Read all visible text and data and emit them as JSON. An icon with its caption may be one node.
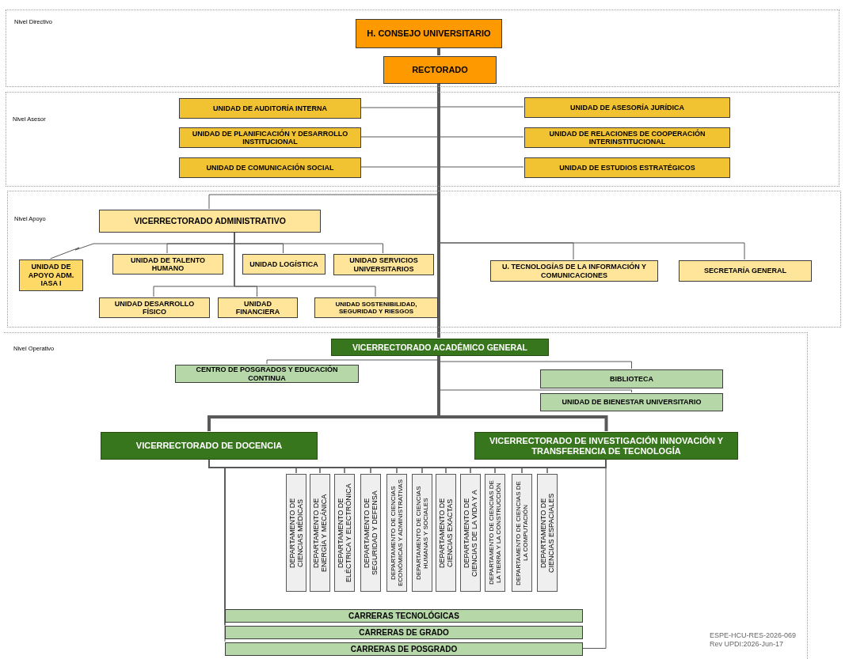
{
  "diagram": {
    "nodes": [
      {
        "text": [
          "Nivel Directivo"
        ]
      },
      {
        "text": [
          "H. CONSEJO UNIVERSITARIO"
        ],
        "in": 0
      },
      {
        "text": [
          "RECTORADO"
        ],
        "in": 0
      },
      {
        "text": [
          "Nivel Asesor"
        ]
      },
      {
        "text": [
          "UNIDAD DE AUDITORÍA INTERNA"
        ],
        "in": 3
      },
      {
        "text": [
          "UNIDAD DE ASESORÍA JURÍDICA"
        ],
        "in": 3
      },
      {
        "text": [
          "UNIDAD DE PLANIFICACIÓN Y DESARROLLO INSTITUCIONAL"
        ],
        "in": 3
      },
      {
        "text": [
          "UNIDAD DE RELACIONES DE COOPERACIÓN INTERINSTITUCIONAL"
        ],
        "in": 3
      },
      {
        "text": [
          "UNIDAD DE COMUNICACIÓN SOCIAL"
        ],
        "in": 3
      },
      {
        "text": [
          "UNIDAD DE ESTUDIOS ESTRATÉGICOS"
        ],
        "in": 3
      },
      {
        "text": [
          "Nivel Apoyo"
        ]
      },
      {
        "text": [
          "VICERRECTORADO ADMINISTRATIVO"
        ],
        "in": 10
      },
      {
        "text": [
          "UNIDAD DE APOYO ADM. IASA I"
        ],
        "in": 10
      },
      {
        "text": [
          "UNIDAD DE TALENTO HUMANO"
        ],
        "in": 10
      },
      {
        "text": [
          "UNIDAD LOGÍSTICA"
        ],
        "in": 10
      },
      {
        "text": [
          "UNIDAD SERVICIOS UNIVERSITARIOS"
        ],
        "in": 10
      },
      {
        "text": [
          "U. TECNOLOGÍAS DE LA INFORMACIÓN Y COMUNICACIONES"
        ],
        "in": 10
      },
      {
        "text": [
          "SECRETARÍA GENERAL"
        ],
        "in": 10
      },
      {
        "text": [
          "UNIDAD DESARROLLO FÍSICO"
        ],
        "in": 10
      },
      {
        "text": [
          "UNIDAD FINANCIERA"
        ],
        "in": 10
      },
      {
        "text": [
          "UNIDAD SOSTENIBILIDAD, SEGURIDAD Y RIESGOS"
        ],
        "in": 10
      },
      {
        "text": [
          "Nivel Operativo"
        ]
      },
      {
        "text": [
          "VICERRECTORADO ACADÉMICO GENERAL"
        ],
        "in": 21
      },
      {
        "text": [
          "CENTRO DE POSGRADOS Y EDUCACIÓN CONTINUA"
        ],
        "in": 21
      },
      {
        "text": [
          "BIBLIOTECA"
        ],
        "in": 21
      },
      {
        "text": [
          "UNIDAD DE BIENESTAR UNIVERSITARIO"
        ],
        "in": 21
      },
      {
        "text": [
          "VICERRECTORADO DE DOCENCIA"
        ],
        "in": 21
      },
      {
        "text": [
          "VICERRECTORADO DE INVESTIGACIÓN INNOVACIÓN Y TRANSFERENCIA DE TECNOLOGÍA"
        ],
        "in": 21
      },
      {
        "text": [
          "DEPARTAMENTO DE CIENCIAS MÉDICAS"
        ],
        "in": 21
      },
      {
        "text": [
          "DEPARTAMENTO DE ENERGÍA Y MECÁNICA"
        ],
        "in": 21
      },
      {
        "text": [
          "DEPARTAMENTO DE ELÉCTRICA Y ELECTRÓNICA"
        ],
        "in": 21
      },
      {
        "text": [
          "DEPARTAMENTO DE SEGURIDAD Y DEFENSA"
        ],
        "in": 21
      },
      {
        "text": [
          "DEPARTAMENTO DE CIENCIAS ECONÓMICAS Y ADMINISTRATIVAS"
        ],
        "in": 21
      },
      {
        "text": [
          "DEPARTAMENTO DE CIENCIAS HUMANAS Y SOCIALES"
        ],
        "in": 21
      },
      {
        "text": [
          "DEPARTAMENTO DE CIENCIAS EXACTAS"
        ],
        "in": 21
      },
      {
        "text": [
          "DEPARTAMENTO DE CIENCIAS DE LA VIDA Y A"
        ],
        "in": 21
      },
      {
        "text": [
          "DEPARTAMENTO DE CIENCIAS DE LA TIERRA Y LA CONSTRUCCIÓN"
        ],
        "in": 21
      },
      {
        "text": [
          "DEPARTAMENTO DE CIENCIAS DE LA COMPUTACIÓN"
        ],
        "in": 21
      },
      {
        "text": [
          "DEPARTAMENTO DE CIENCIAS ESPACIALES"
        ],
        "in": 21
      },
      {
        "text": [
          "CARRERAS TECNOLÓGICAS"
        ],
        "in": 21
      },
      {
        "text": [
          "CARRERAS DE GRADO"
        ],
        "in": 21
      },
      {
        "text": [
          "CARRERAS DE POSGRADO"
        ],
        "in": 21
      }
    ],
    "edges": [
      {
        "from": 1,
        "to": 2,
        "arrow": "none",
        "style": "thick"
      },
      {
        "from": 2,
        "to": 4,
        "arrow": "none"
      },
      {
        "from": 2,
        "to": 5,
        "arrow": "none"
      },
      {
        "from": 2,
        "to": 6,
        "arrow": "none"
      },
      {
        "from": 2,
        "to": 7,
        "arrow": "none"
      },
      {
        "from": 2,
        "to": 8,
        "arrow": "none"
      },
      {
        "from": 2,
        "to": 9,
        "arrow": "none"
      },
      {
        "from": 2,
        "to": 11,
        "arrow": "none"
      },
      {
        "from": 2,
        "to": 16,
        "arrow": "none"
      },
      {
        "from": 2,
        "to": 17,
        "arrow": "none"
      },
      {
        "from": 2,
        "to": 22,
        "arrow": "none",
        "style": "thick"
      },
      {
        "from": 11,
        "to": 12,
        "arrow": "none"
      },
      {
        "from": 11,
        "to": 13,
        "arrow": "none"
      },
      {
        "from": 11,
        "to": 14,
        "arrow": "none"
      },
      {
        "from": 11,
        "to": 15,
        "arrow": "none"
      },
      {
        "from": 11,
        "to": 18,
        "arrow": "none"
      },
      {
        "from": 11,
        "to": 19,
        "arrow": "none"
      },
      {
        "from": 11,
        "to": 20,
        "arrow": "none"
      },
      {
        "from": 22,
        "to": 23,
        "arrow": "none"
      },
      {
        "from": 22,
        "to": 24,
        "arrow": "none"
      },
      {
        "from": 22,
        "to": 25,
        "arrow": "none"
      },
      {
        "from": 22,
        "to": 26,
        "arrow": "none",
        "style": "thick"
      },
      {
        "from": 22,
        "to": 27,
        "arrow": "none",
        "style": "thick"
      },
      {
        "from": 26,
        "to": 28,
        "arrow": "none"
      },
      {
        "from": 26,
        "to": 29,
        "arrow": "none"
      },
      {
        "from": 26,
        "to": 30,
        "arrow": "none"
      },
      {
        "from": 26,
        "to": 31,
        "arrow": "none"
      },
      {
        "from": 26,
        "to": 32,
        "arrow": "none"
      },
      {
        "from": 26,
        "to": 33,
        "arrow": "none"
      },
      {
        "from": 26,
        "to": 34,
        "arrow": "none"
      },
      {
        "from": 26,
        "to": 35,
        "arrow": "none"
      },
      {
        "from": 26,
        "to": 36,
        "arrow": "none"
      },
      {
        "from": 26,
        "to": 37,
        "arrow": "none"
      },
      {
        "from": 26,
        "to": 38,
        "arrow": "none"
      },
      {
        "from": 27,
        "to": 28,
        "arrow": "none"
      },
      {
        "from": 27,
        "to": 29,
        "arrow": "none"
      },
      {
        "from": 27,
        "to": 30,
        "arrow": "none"
      },
      {
        "from": 27,
        "to": 31,
        "arrow": "none"
      },
      {
        "from": 27,
        "to": 32,
        "arrow": "none"
      },
      {
        "from": 27,
        "to": 33,
        "arrow": "none"
      },
      {
        "from": 27,
        "to": 34,
        "arrow": "none"
      },
      {
        "from": 27,
        "to": 35,
        "arrow": "none"
      },
      {
        "from": 27,
        "to": 36,
        "arrow": "none"
      },
      {
        "from": 27,
        "to": 37,
        "arrow": "none"
      },
      {
        "from": 27,
        "to": 38,
        "arrow": "none"
      },
      {
        "from": 26,
        "to": 39,
        "arrow": "none"
      },
      {
        "from": 26,
        "to": 40,
        "arrow": "none"
      },
      {
        "from": 26,
        "to": 41,
        "arrow": "none"
      },
      {
        "from": 27,
        "to": 39,
        "arrow": "none"
      },
      {
        "from": 27,
        "to": 40,
        "arrow": "none"
      },
      {
        "from": 27,
        "to": 41,
        "arrow": "none"
      }
    ],
    "labels": [
      "ESPE-HCU-RES-2026-069",
      "Rev UPDI:2026-Jun-17"
    ]
  }
}
